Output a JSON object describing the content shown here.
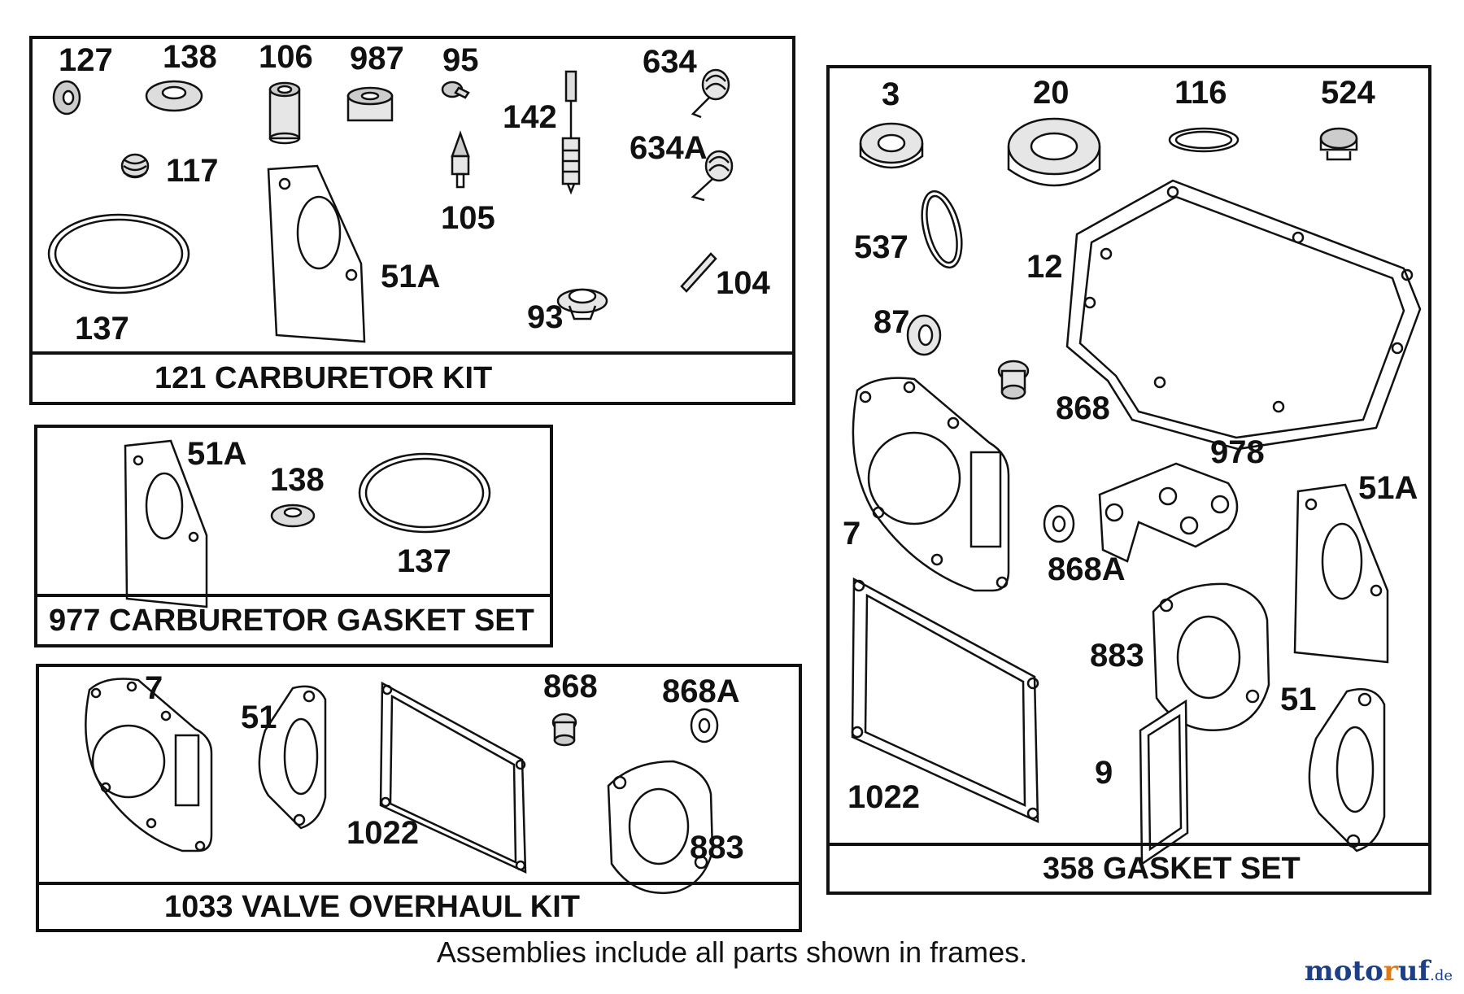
{
  "kits": {
    "carburetor_kit": {
      "title": "121 CARBURETOR KIT",
      "labels": [
        "127",
        "138",
        "106",
        "987",
        "95",
        "634",
        "142",
        "634A",
        "117",
        "105",
        "51A",
        "104",
        "137",
        "93"
      ]
    },
    "carburetor_gasket_set": {
      "title": "977 CARBURETOR GASKET SET",
      "labels": [
        "51A",
        "138",
        "137"
      ]
    },
    "valve_overhaul_kit": {
      "title": "1033 VALVE OVERHAUL KIT",
      "labels": [
        "7",
        "51",
        "868",
        "868A",
        "1022",
        "883"
      ]
    },
    "gasket_set": {
      "title": "358 GASKET SET",
      "labels": [
        "3",
        "20",
        "116",
        "524",
        "537",
        "12",
        "87",
        "868",
        "978",
        "7",
        "51A",
        "868A",
        "883",
        "51",
        "9",
        "1022"
      ]
    }
  },
  "footer_note": "Assemblies include all parts shown in frames.",
  "brand": {
    "name_prefix": "moto",
    "name_accent": "r",
    "name_suffix": "uf",
    "tld": ".de"
  },
  "colors": {
    "line": "#111111",
    "brand_blue": "#1d3f86",
    "brand_orange": "#e07a12"
  }
}
